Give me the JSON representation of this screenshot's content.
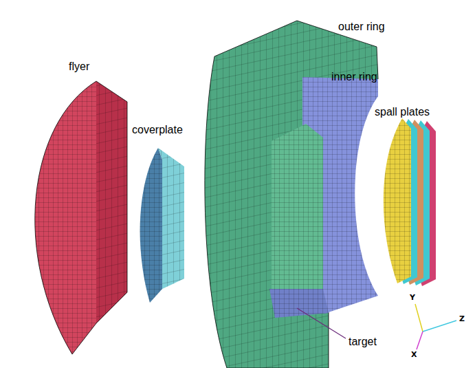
{
  "diagram": {
    "labels": [
      "flyer",
      "coverplate",
      "outer ring",
      "inner ring",
      "spall plates",
      "target",
      "Y",
      "Z",
      "X"
    ]
  }
}
